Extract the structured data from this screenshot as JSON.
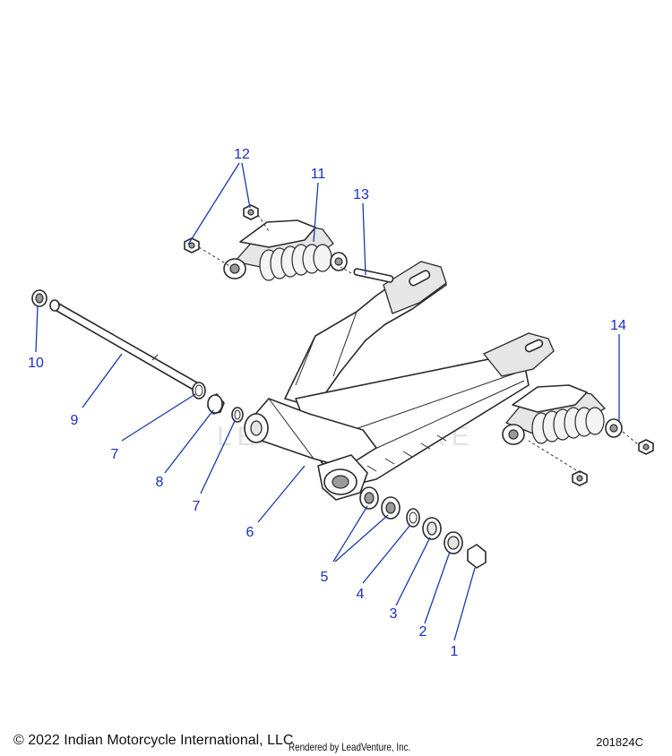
{
  "diagram": {
    "callouts": [
      "12",
      "11",
      "13",
      "10",
      "9",
      "7",
      "8",
      "7",
      "6",
      "14",
      "5",
      "4",
      "3",
      "2",
      "1"
    ],
    "watermark": "LEADVENTURE"
  },
  "footer": {
    "copyright": "© 2022 Indian Motorcycle International, LLC",
    "rendered_by": "Rendered by LeadVenture, Inc.",
    "document_number": "201824C"
  },
  "colors": {
    "callout": "#1a2ec0",
    "leader": "#1a3aa8",
    "line_art": "#2a2a2a"
  }
}
